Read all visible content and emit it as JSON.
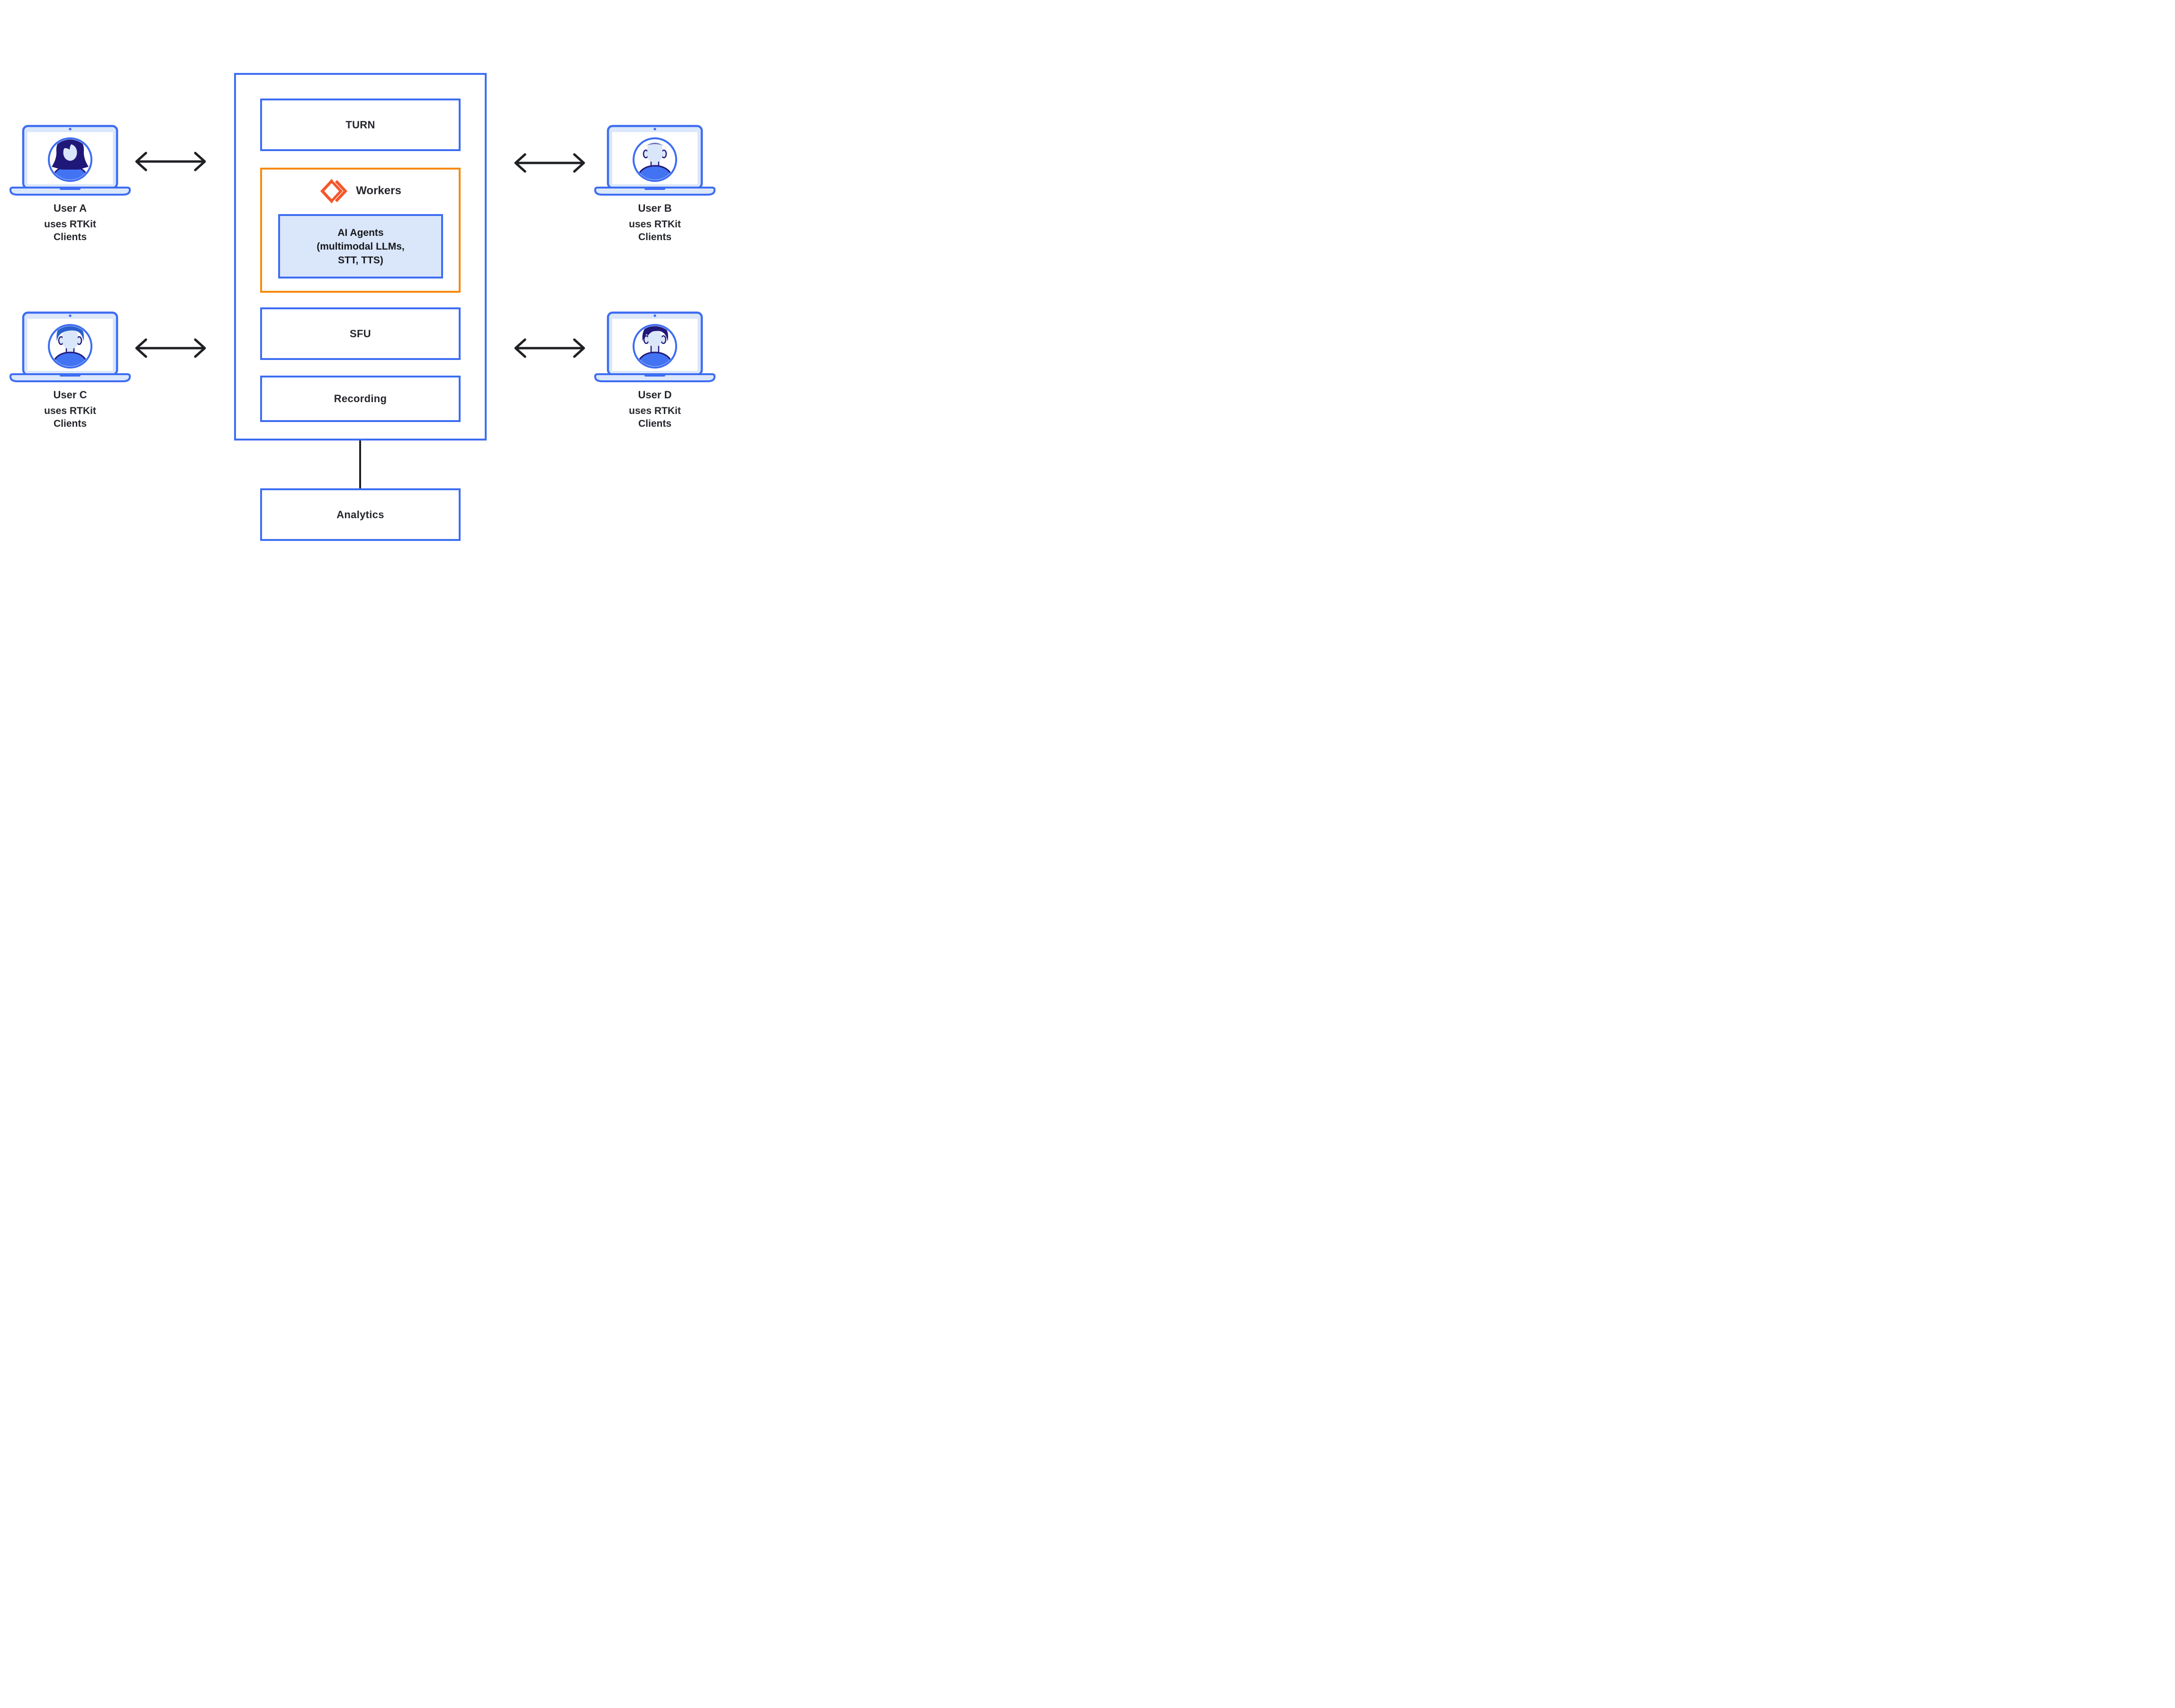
{
  "platform": {
    "turn_label": "TURN",
    "workers_label": "Workers",
    "ai_agents_title": "AI Agents",
    "ai_agents_subtitle": "(multimodal LLMs, STT, TTS)",
    "sfu_label": "SFU",
    "recording_label": "Recording",
    "analytics_label": "Analytics"
  },
  "users": [
    {
      "name": "User A",
      "description": "uses RTKit Clients",
      "avatar": "woman-long-hair"
    },
    {
      "name": "User B",
      "description": "uses RTKit Clients",
      "avatar": "man-short-hair"
    },
    {
      "name": "User C",
      "description": "uses RTKit Clients",
      "avatar": "man-side-swept-hair"
    },
    {
      "name": "User D",
      "description": "uses RTKit Clients",
      "avatar": "woman-hair-bun"
    }
  ],
  "icons": {
    "workers_icon": "diamond-double-chevron",
    "laptop_icon": "laptop-with-avatar",
    "arrow_icon": "double-headed-arrow"
  },
  "colors": {
    "primary_blue": "#3D6DF2",
    "light_blue_fill": "#DBE7FA",
    "ai_box_fill": "#DAE6FA",
    "navy": "#201879",
    "shoulder_blue": "#4273F3",
    "user_c_hair_blue": "#2B5FCE",
    "workers_border_orange": "#F8890E",
    "workers_icon_orange": "#F4572B",
    "text_dark": "#24262B",
    "arrow_black": "#1E2023"
  }
}
